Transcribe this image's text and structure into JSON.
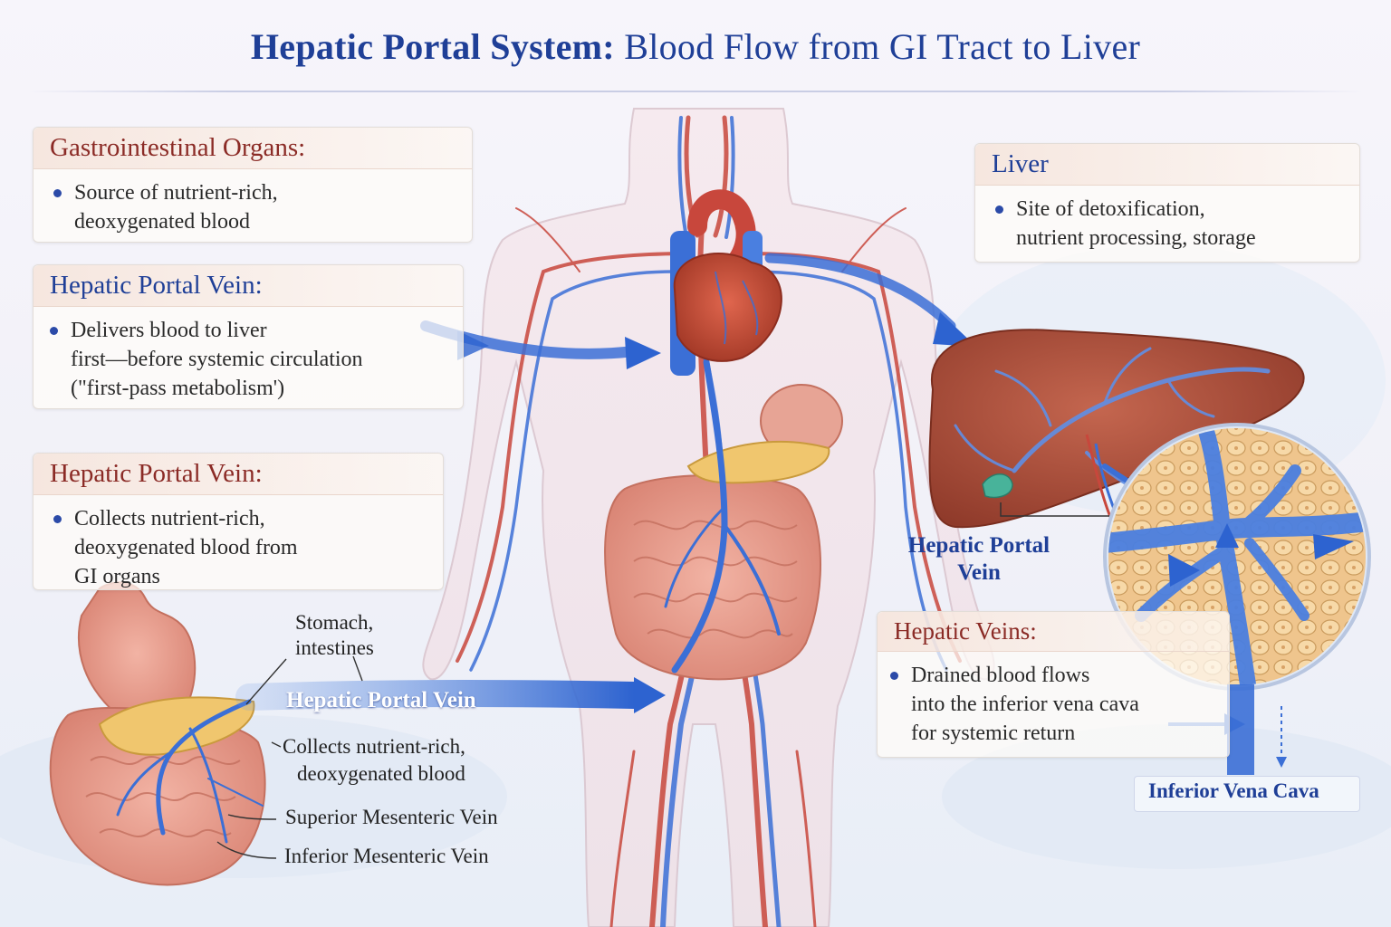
{
  "title": {
    "part1": "Hepatic Portal System:",
    "part2": "Blood Flow from GI Tract to Liver"
  },
  "boxes": {
    "gi_organs": {
      "heading": "Gastrointestinal Organs:",
      "lines": [
        "Source of nutrient-rich,",
        "deoxygenated blood"
      ]
    },
    "portal_vein_delivers": {
      "heading": "Hepatic Portal Vein:",
      "lines": [
        "Delivers blood to liver",
        "first—before systemic circulation",
        "(\"first-pass metabolism')"
      ]
    },
    "portal_vein_collects": {
      "heading": "Hepatic Portal Vein:",
      "lines": [
        "Collects nutrient-rich,",
        "deoxygenated blood from",
        "GI organs"
      ]
    },
    "liver": {
      "heading": "Liver",
      "lines": [
        "Site of detoxification,",
        "nutrient processing, storage"
      ]
    },
    "hepatic_veins": {
      "heading": "Hepatic Veins:",
      "lines": [
        "Drained blood flows",
        "into the inferior vena cava",
        "for systemic return"
      ]
    }
  },
  "labels": {
    "stomach_intestines": [
      "Stomach,",
      "intestines"
    ],
    "portal_vein_arrow": "Hepatic Portal Vein",
    "collects": [
      "Collects nutrient-rich,",
      "deoxygenated blood"
    ],
    "superior_mesenteric": "Superior Mesenteric Vein",
    "inferior_mesenteric": "Inferior Mesenteric Vein",
    "liver_portal_vein": [
      "Hepatic Portal",
      "Vein"
    ],
    "inferior_vena_cava": "Inferior Vena Cava"
  },
  "colors": {
    "title_blue": "#1f3f97",
    "heading_red": "#8b2b26",
    "vein_blue": "#3b6fd6",
    "artery_red": "#c8473c",
    "organ_pink": "#e79a8c",
    "liver_brown": "#b5523d"
  }
}
